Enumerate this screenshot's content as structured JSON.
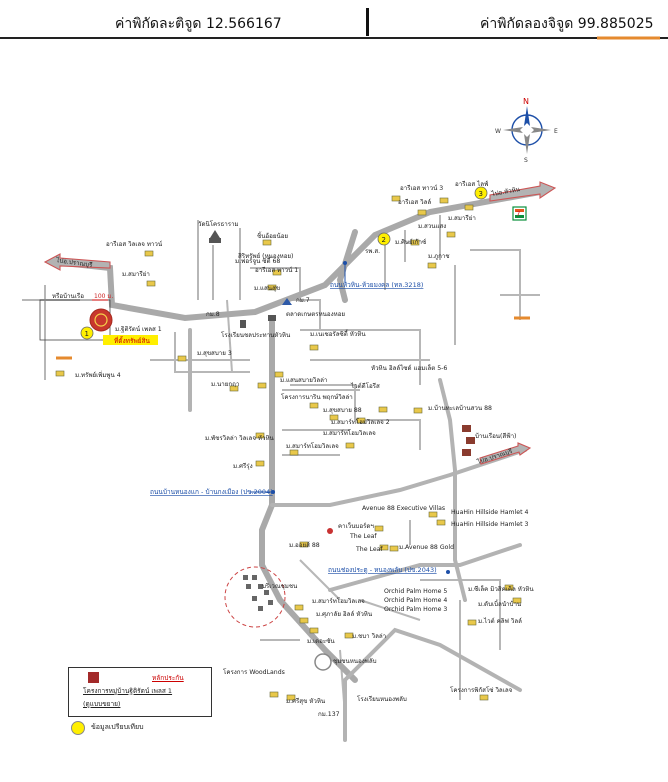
{
  "header": {
    "latitude_label": "ค่าพิกัดละติจูด 12.566167",
    "longitude_label": "ค่าพิกัดลองจิจูด 99.885025"
  },
  "compass": {
    "n": "N",
    "s": "S",
    "e": "E",
    "w": "W"
  },
  "roads": {
    "pranburi": "ไปอ.ปราณบุรี",
    "huahin": "ไปอ.หัวหิน",
    "to_pranburi_town": "ไปอ.ปราณบุรี",
    "main_road_label": "ถนนหัวหิน-ห้วยมงคล (ทล.3218)",
    "nongkae_road": "ถนนบ้านหนองแก - บ้านกงเมือง (ปข.2004)",
    "nongphlub_road": "ถนนช่องประตู - หนองพลับ (ปข.2043)",
    "route_junction": "รพ.ส.",
    "km": "กม.8",
    "km7": "กม.7"
  },
  "markers": [
    {
      "num": "1",
      "label": "ที่ตั้งทรัพย์สิน"
    },
    {
      "num": "2",
      "label": ""
    },
    {
      "num": "3",
      "label": ""
    }
  ],
  "places": {
    "subject_name": "ม.ฐิติรัตน์ เพลส 1",
    "distance": "100 ม.",
    "wat": "วัดนิโครธาราม",
    "school": "โรงเรียนชลประทานหัวหิน",
    "market": "ตลาดเกษตรหนองหอย",
    "hospital_hz": "ชิ้นอ้อยน้อย",
    "village_1": "สิริทรัพย์ (หนองหอย)",
    "village_2": "อารีเอส วิลเลจ ทาวน์",
    "village_3": "ม.สมารีย่า",
    "village_4": "ม.ทรัพย์เพิ่มพูน 4",
    "village_5": "ม.สุขสบาย 3",
    "village_6": "ม.แสนสุข",
    "village_7": "ม.เนเชอรัลซิตี้ หัวหิน",
    "village_8": "ม.แสนสบายวิลล่า",
    "village_9": "โครงการนาริน พฤกษ์วิลล่า",
    "village_10": "ม.นายกฤา",
    "village_11": "ม.ฟอร์จูน ซิตี้ 68",
    "village_12": "ม.สมาร์ทโฮมวิลเลจ 2",
    "village_13": "ม.สมาร์ทโฮมวิลเลจ",
    "village_14": "ม.พัชรวิลล่า วิลเลจ หัวหิน",
    "village_15": "ม.ศรีรุ่ง",
    "village_16": "ม.สมาร์ทโฮมวิลเลจ",
    "village_17": "หัวหิน ฮิลล์ไซด์ แฮมเล็ต 5-6",
    "village_18": "ม.บ้านทะเลบ้านสวน 88",
    "village_19": "หรือบ้านเรือ",
    "village_20": "อารีเอส ทาวน์ 1",
    "village_21": "อารีเอส วิลล์",
    "village_22": "อารีเอส ทาวน์ 3",
    "village_23": "อารีเอส ไลฟ์",
    "village_24": "ม.ศิษย์เก้าซ์",
    "village_25": "ม.สวนแสง",
    "village_26": "ม.ภูกาช",
    "village_27": "ม.สมารีย่า",
    "village_28": "ม.สุขสบาย 88",
    "village_29": "Avenue 88 Executive Villas",
    "village_30": "HuaHin Hillside Hamlet 4",
    "village_31": "HuaHin Hillside Hamlet 3",
    "village_32": "The Leaf",
    "village_33": "The Leaf",
    "village_34": "ม.Avenue 88 Gold",
    "village_35": "คาเว็นบอร์ดฯ",
    "village_36": "ม.ออยส์ 88",
    "village_37": "บริเวณชุมชน",
    "village_38": "Orchid Palm Home 5",
    "village_39": "Orchid Palm Home 4",
    "village_40": "Orchid Palm Home 3",
    "village_41": "ม.สมาร์ทโฮมวิลเลจ",
    "village_42": "ม.ศุภาลัย ฮิลล์ หัวหิน",
    "village_43": "ม.เดอะซัน",
    "village_44": "ม.ชบา วิลล่า",
    "village_45": "ม.ซีเล็ค มิวสิคเคิล หัวหิน",
    "village_46": "ม.ดับเบิ้ลนำบ้าน",
    "village_47": "ม.ไวต์ คลิฟ วิลล์",
    "village_48": "ชุมชนหนองพลับ",
    "village_49": "โครงการ WoodLands",
    "village_50": "ม.ศรีสุข หัวหิน",
    "village_51": "โรงเรียนหนองพลับ",
    "village_52": "โครงการพิกัสโซ่ วิลเลจ",
    "village_53": "กม.137",
    "village_54": "ไวต์ดีโอรีส",
    "village_55": "บ้านเรือน(สีฟ้า)"
  },
  "legend": {
    "item1": "หลักประกัน",
    "item2": "โครงการหมู่บ้านฐิติรัตน์ เพลส 1",
    "item3": "(ดูแบบขยาย)",
    "item4": "ข้อมูลเปรียบเทียบ"
  },
  "colors": {
    "road": "#b3b3b3",
    "main_road": "#999999",
    "arrow": "#d9534f",
    "highlight": "#ffef00",
    "compass_blue": "#1d4fa8"
  }
}
